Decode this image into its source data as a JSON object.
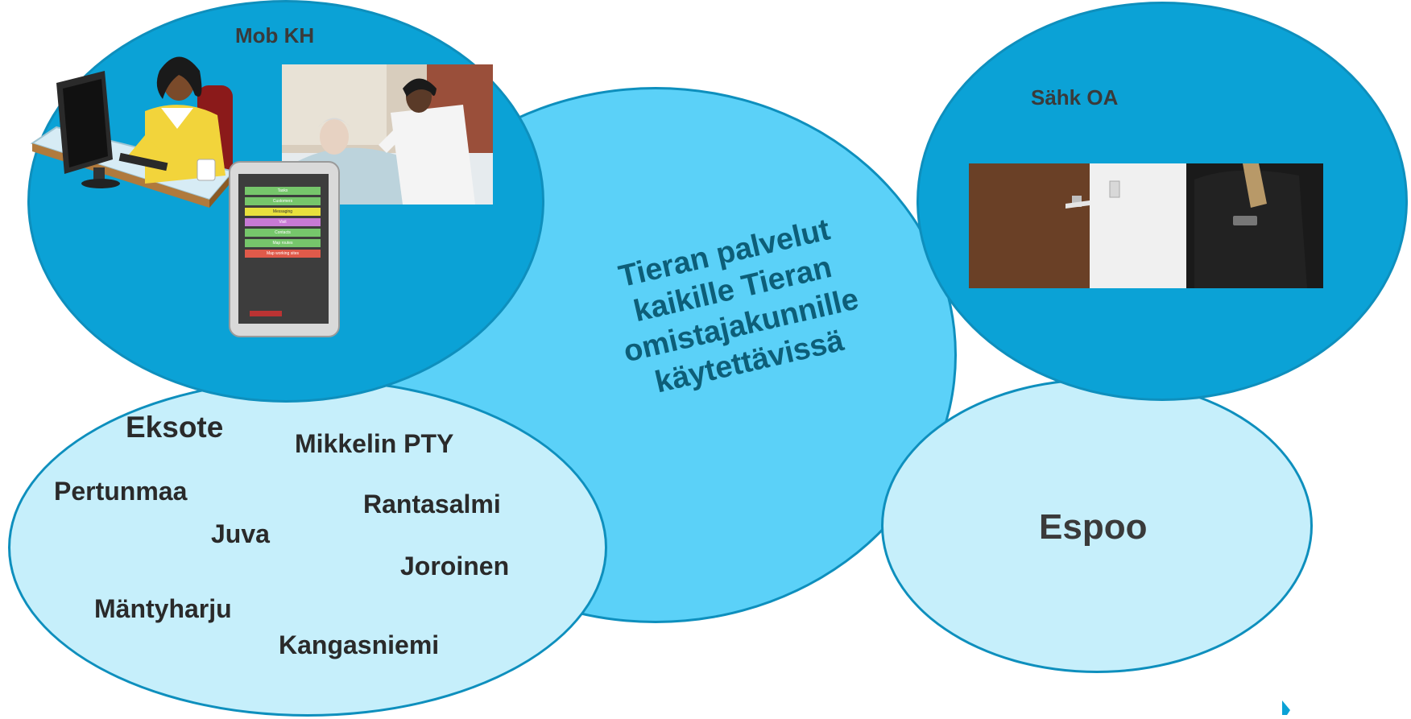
{
  "central": {
    "lines": [
      "Tieran palvelut",
      "kaikille Tieran",
      "omistajakunnille",
      "käytettävissä"
    ]
  },
  "top_left": {
    "label": "Mob KH"
  },
  "top_right": {
    "label": "Sähk OA"
  },
  "bottom_left": {
    "municipalities": [
      "Eksote",
      "Mikkelin PTY",
      "Pertunmaa",
      "Rantasalmi",
      "Juva",
      "Joroinen",
      "Mäntyharju",
      "Kangasniemi"
    ]
  },
  "bottom_right": {
    "label": "Espoo"
  },
  "phone_menu": [
    "Tasks",
    "Customers",
    "Messaging",
    "Visit",
    "Contacts",
    "Map routes",
    "Map working sites"
  ],
  "colors": {
    "dark_blue": "#0ba2d6",
    "mid_blue": "#5bd1f8",
    "light_blue": "#c6effb",
    "border_blue": "#0e8fbd",
    "text_dark": "#3a3a3a",
    "text_teal": "#0d5e78"
  }
}
